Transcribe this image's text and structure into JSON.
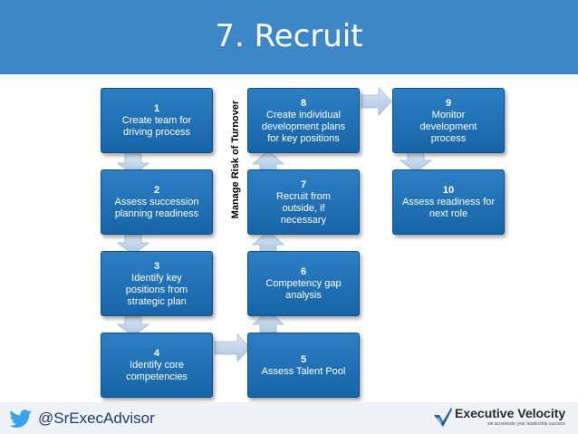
{
  "title": "7. Recruit",
  "side_label": "Manage Risk of Turnover",
  "steps": [
    {
      "num": "1",
      "label": "Create team for\ndriving process"
    },
    {
      "num": "2",
      "label": "Assess succession\nplanning readiness"
    },
    {
      "num": "3",
      "label": "Identify key\npositions from\nstrategic plan"
    },
    {
      "num": "4",
      "label": "Identify core\ncompetencies"
    },
    {
      "num": "5",
      "label": "Assess Talent Pool"
    },
    {
      "num": "6",
      "label": "Competency gap\nanalysis"
    },
    {
      "num": "7",
      "label": "Recruit from\noutside, if\nnecessary"
    },
    {
      "num": "8",
      "label": "Create individual\ndevelopment plans\nfor key positions"
    },
    {
      "num": "9",
      "label": "Monitor\ndevelopment\nprocess"
    },
    {
      "num": "10",
      "label": "Assess readiness for\nnext role"
    }
  ],
  "footer": {
    "handle": "@SrExecAdvisor",
    "logo_name": "Executive Velocity",
    "logo_tagline": "we accelerate your leadership success"
  },
  "colors": {
    "header": "#3d87c6",
    "box": "#1f6fb5",
    "arrow": "#c5d8ec"
  }
}
